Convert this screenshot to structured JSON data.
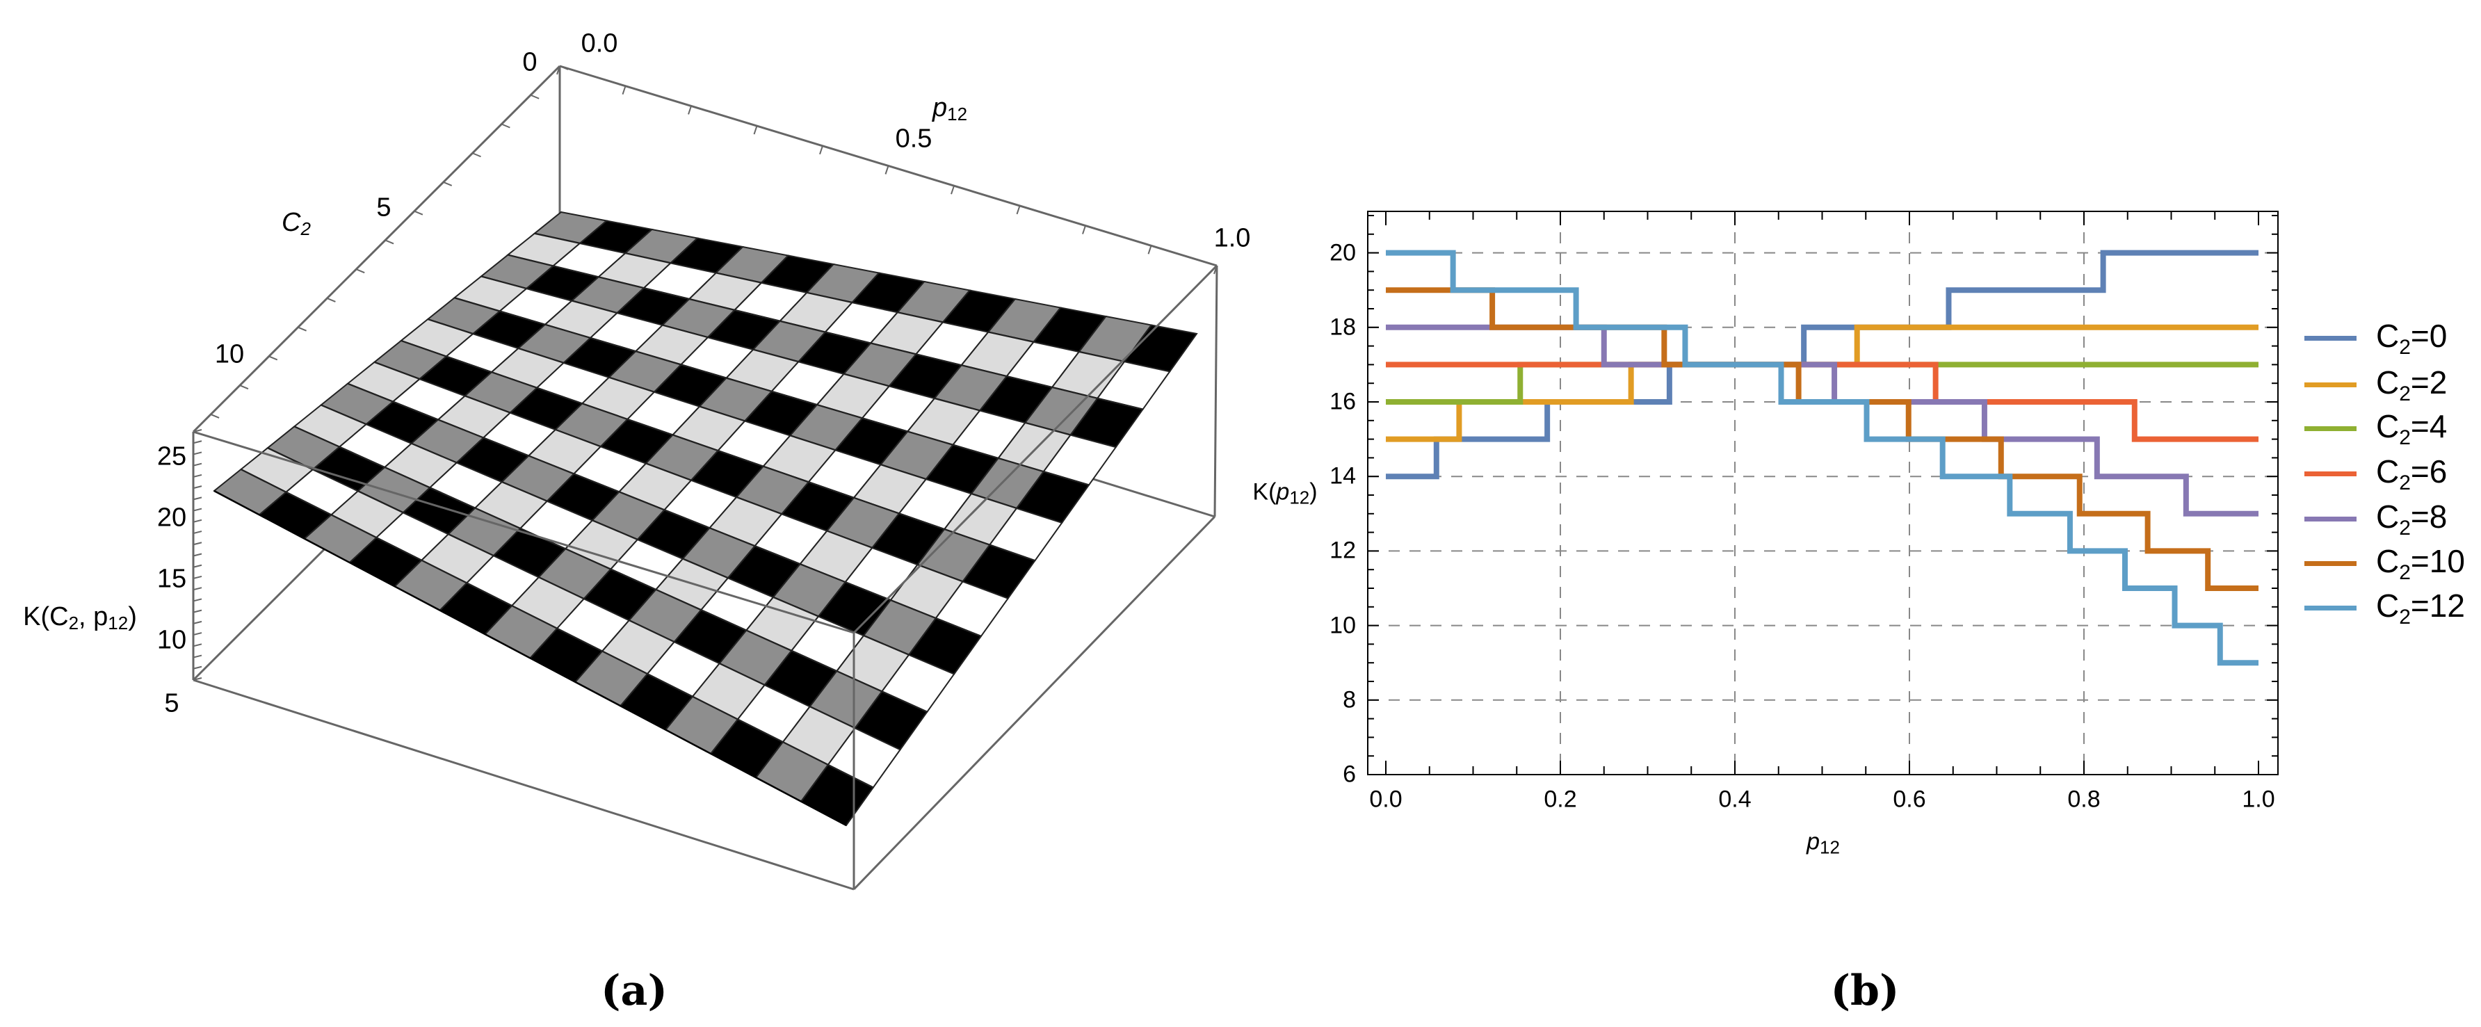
{
  "captions": {
    "a": "(a)",
    "b": "(b)"
  },
  "chart_data": [
    {
      "type": "surface3d",
      "title": "",
      "panel": "(a)",
      "axes": {
        "x": {
          "label": "p12",
          "ticks": [
            "0.0",
            "0.5",
            "1.0"
          ],
          "range": [
            0,
            1
          ]
        },
        "y": {
          "label": "C2",
          "ticks": [
            "0",
            "5",
            "10"
          ],
          "range": [
            0,
            12
          ]
        },
        "z": {
          "label": "K(C2, p12)",
          "ticks": [
            "5",
            "10",
            "15",
            "20",
            "25"
          ],
          "range": [
            5,
            27
          ]
        }
      },
      "surface": {
        "rows": 13,
        "cols": 14,
        "tones": [
          "#8e8e8e",
          "#000000",
          "#ffffff",
          "#dcdcdc"
        ],
        "description": "stepped checkerboard surface K(C2,p12) with 4-tone mesh coloring"
      }
    },
    {
      "type": "line",
      "subtype": "step",
      "panel": "(b)",
      "title": "",
      "xlabel": "p12",
      "ylabel": "K(p12)",
      "xlim": [
        0,
        1
      ],
      "ylim": [
        6,
        21
      ],
      "xticks": [
        "0.0",
        "0.2",
        "0.4",
        "0.6",
        "0.8",
        "1.0"
      ],
      "yticks": [
        "6",
        "8",
        "10",
        "12",
        "14",
        "16",
        "18",
        "20"
      ],
      "grid": true,
      "legend_position": "right",
      "series": [
        {
          "name": "C2=0",
          "color": "#5e81b5",
          "steps": [
            [
              0,
              14
            ],
            [
              0.058,
              15
            ],
            [
              0.185,
              16
            ],
            [
              0.325,
              17
            ],
            [
              0.479,
              18
            ],
            [
              0.645,
              19
            ],
            [
              0.822,
              20
            ],
            [
              1.0,
              20
            ]
          ]
        },
        {
          "name": "C2=2",
          "color": "#e19c24",
          "steps": [
            [
              0,
              15
            ],
            [
              0.084,
              16
            ],
            [
              0.281,
              17
            ],
            [
              0.54,
              18
            ],
            [
              1.0,
              18
            ]
          ]
        },
        {
          "name": "C2=4",
          "color": "#8fb032",
          "steps": [
            [
              0,
              16
            ],
            [
              0.154,
              17
            ],
            [
              1.0,
              17
            ]
          ]
        },
        {
          "name": "C2=6",
          "color": "#eb6235",
          "steps": [
            [
              0,
              17
            ],
            [
              0.63,
              16
            ],
            [
              0.858,
              15
            ],
            [
              1.0,
              15
            ]
          ]
        },
        {
          "name": "C2=8",
          "color": "#8778b3",
          "steps": [
            [
              0,
              18
            ],
            [
              0.25,
              17
            ],
            [
              0.514,
              16
            ],
            [
              0.686,
              15
            ],
            [
              0.815,
              14
            ],
            [
              0.917,
              13
            ],
            [
              1.0,
              13
            ]
          ]
        },
        {
          "name": "C2=10",
          "color": "#c56e1a",
          "steps": [
            [
              0,
              19
            ],
            [
              0.122,
              18
            ],
            [
              0.319,
              17
            ],
            [
              0.473,
              16
            ],
            [
              0.599,
              15
            ],
            [
              0.705,
              14
            ],
            [
              0.795,
              13
            ],
            [
              0.873,
              12
            ],
            [
              0.942,
              11
            ],
            [
              1.0,
              11
            ]
          ]
        },
        {
          "name": "C2=12",
          "color": "#5d9ec7",
          "steps": [
            [
              0,
              20
            ],
            [
              0.077,
              19
            ],
            [
              0.218,
              18
            ],
            [
              0.343,
              17
            ],
            [
              0.453,
              16
            ],
            [
              0.551,
              15
            ],
            [
              0.638,
              14
            ],
            [
              0.715,
              13
            ],
            [
              0.784,
              12
            ],
            [
              0.847,
              11
            ],
            [
              0.904,
              10
            ],
            [
              0.956,
              9
            ],
            [
              1.0,
              9
            ]
          ]
        }
      ]
    }
  ],
  "plot_a": {
    "z_label": "K(C",
    "z_label_sub": "2",
    "z_label_rest": ", p",
    "z_label_sub2": "12",
    "z_label_end": ")",
    "c2_label": "C",
    "c2_label_sub": "2",
    "p12_label": "p",
    "p12_label_sub": "12",
    "c2_ticks": [
      "0",
      "5",
      "10"
    ],
    "p12_ticks": [
      "0.0",
      "0.5",
      "1.0"
    ],
    "z_ticks": [
      "25",
      "20",
      "15",
      "10",
      "5"
    ]
  },
  "plot_b": {
    "ylabel": "K(",
    "ylabel_var": "p",
    "ylabel_sub": "12",
    "ylabel_end": ")",
    "xlabel": "p",
    "xlabel_sub": "12",
    "legend": [
      {
        "prefix": "C",
        "sub": "2",
        "value": "=0",
        "color": "#5e81b5"
      },
      {
        "prefix": "C",
        "sub": "2",
        "value": "=2",
        "color": "#e19c24"
      },
      {
        "prefix": "C",
        "sub": "2",
        "value": "=4",
        "color": "#8fb032"
      },
      {
        "prefix": "C",
        "sub": "2",
        "value": "=6",
        "color": "#eb6235"
      },
      {
        "prefix": "C",
        "sub": "2",
        "value": "=8",
        "color": "#8778b3"
      },
      {
        "prefix": "C",
        "sub": "2",
        "value": "=10",
        "color": "#c56e1a"
      },
      {
        "prefix": "C",
        "sub": "2",
        "value": "=12",
        "color": "#5d9ec7"
      }
    ]
  }
}
